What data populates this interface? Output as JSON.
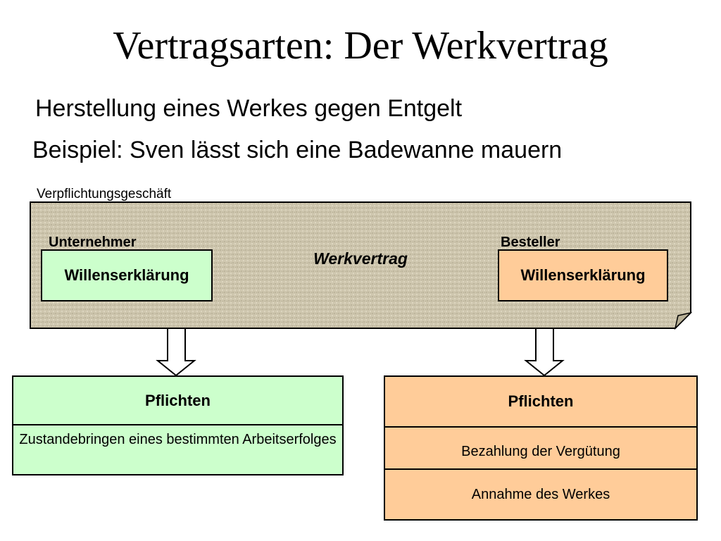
{
  "slide": {
    "title": "Vertragsarten: Der Werkvertrag",
    "bullet1": "Herstellung eines Werkes gegen Entgelt",
    "bullet2": "Beispiel: Sven lässt sich eine Badewanne mauern"
  },
  "diagram": {
    "section_label": "Verpflichtungsgeschäft",
    "contract_name": "Werkvertrag",
    "left_party": "Unternehmer",
    "right_party": "Besteller",
    "left_declaration": "Willenserklärung",
    "right_declaration": "Willenserklärung",
    "left_duties": {
      "heading": "Pflichten",
      "items": [
        "Zustandebringen eines bestimmten Arbeitserfolges"
      ]
    },
    "right_duties": {
      "heading": "Pflichten",
      "items": [
        "Bezahlung der Vergütung",
        "Annahme des Werkes"
      ]
    }
  },
  "colors": {
    "left_fill": "#ccffcc",
    "right_fill": "#ffcc99",
    "contract_fill": "#cdc5ad"
  }
}
